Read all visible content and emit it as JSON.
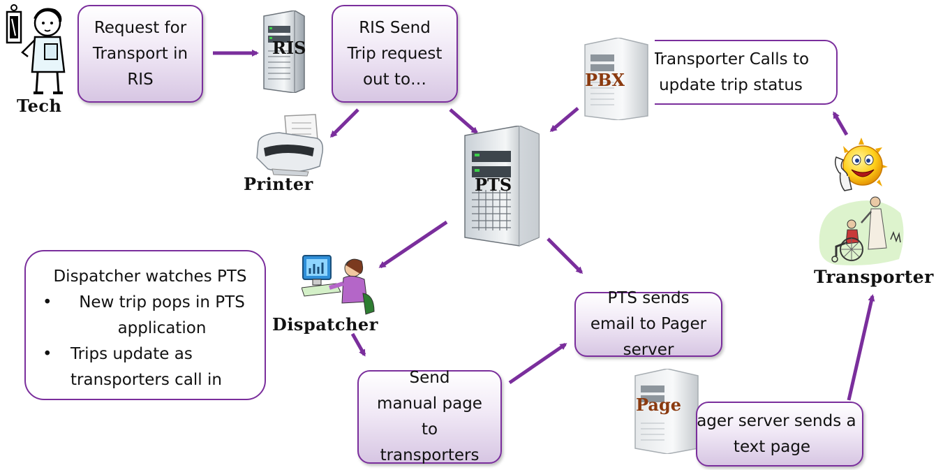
{
  "boxes": {
    "request": "Request for Transport in RIS",
    "ris_send": "RIS Send Trip request out to…",
    "transporter_calls": "Transporter Calls to update trip status",
    "dispatcher_title": "Dispatcher watches PTS",
    "dispatcher_bullets": [
      "New trip pops in PTS application",
      "Trips update as transporters call in"
    ],
    "pts_email": "PTS sends email to Pager server",
    "manual_page": "Send manual page to transporters",
    "pager_text": "Pager server sends a text page"
  },
  "labels": {
    "tech": "Tech",
    "printer": "Printer",
    "dispatcher": "Dispatcher",
    "transporter": "Transporter"
  },
  "servers": {
    "ris": "RIS",
    "pbx": "PBX",
    "pts": "PTS",
    "page": "Page"
  },
  "colors": {
    "arrow": "#7a2e9c",
    "box_border": "#7a2e9c",
    "pbx_label": "#8b3a0f",
    "page_label": "#8b3a0f"
  }
}
